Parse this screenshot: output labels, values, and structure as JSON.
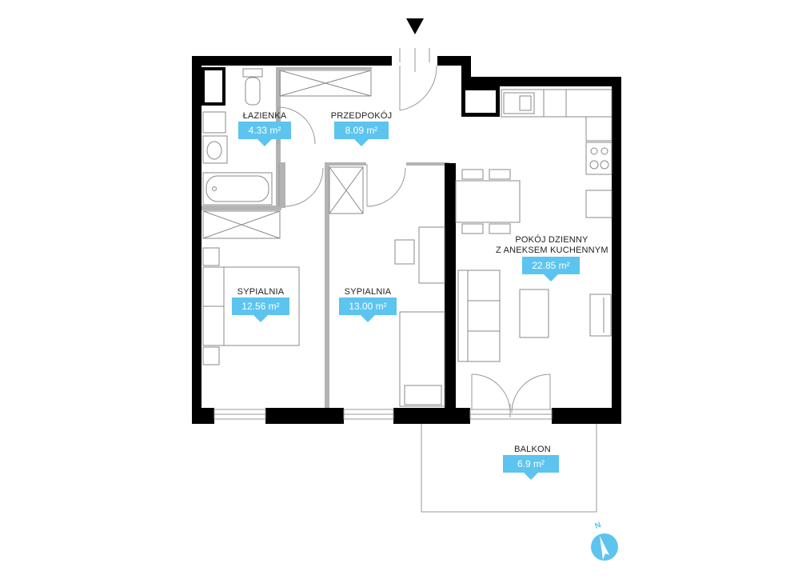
{
  "rooms": {
    "lazienka": {
      "name": "ŁAZIENKA",
      "area": "4.33 m²"
    },
    "przedpokoj": {
      "name": "PRZEDPOKÓJ",
      "area": "8.09 m²"
    },
    "sypialnia_1": {
      "name": "SYPIALNIA",
      "area": "12.56 m²"
    },
    "sypialnia_2": {
      "name": "SYPIALNIA",
      "area": "13.00 m²"
    },
    "pokoj_dzienny": {
      "name_line1": "POKÓJ DZIENNY",
      "name_line2": "Z ANEKSEM KUCHENNYM",
      "area": "22.85 m²"
    },
    "balkon": {
      "name": "BALKON",
      "area": "6.9 m²"
    }
  },
  "compass": {
    "label": "N"
  },
  "colors": {
    "wall": "#000000",
    "accent": "#5cc4ee",
    "furniture": "#8a8a8a",
    "partition": "#a8a8a8"
  }
}
